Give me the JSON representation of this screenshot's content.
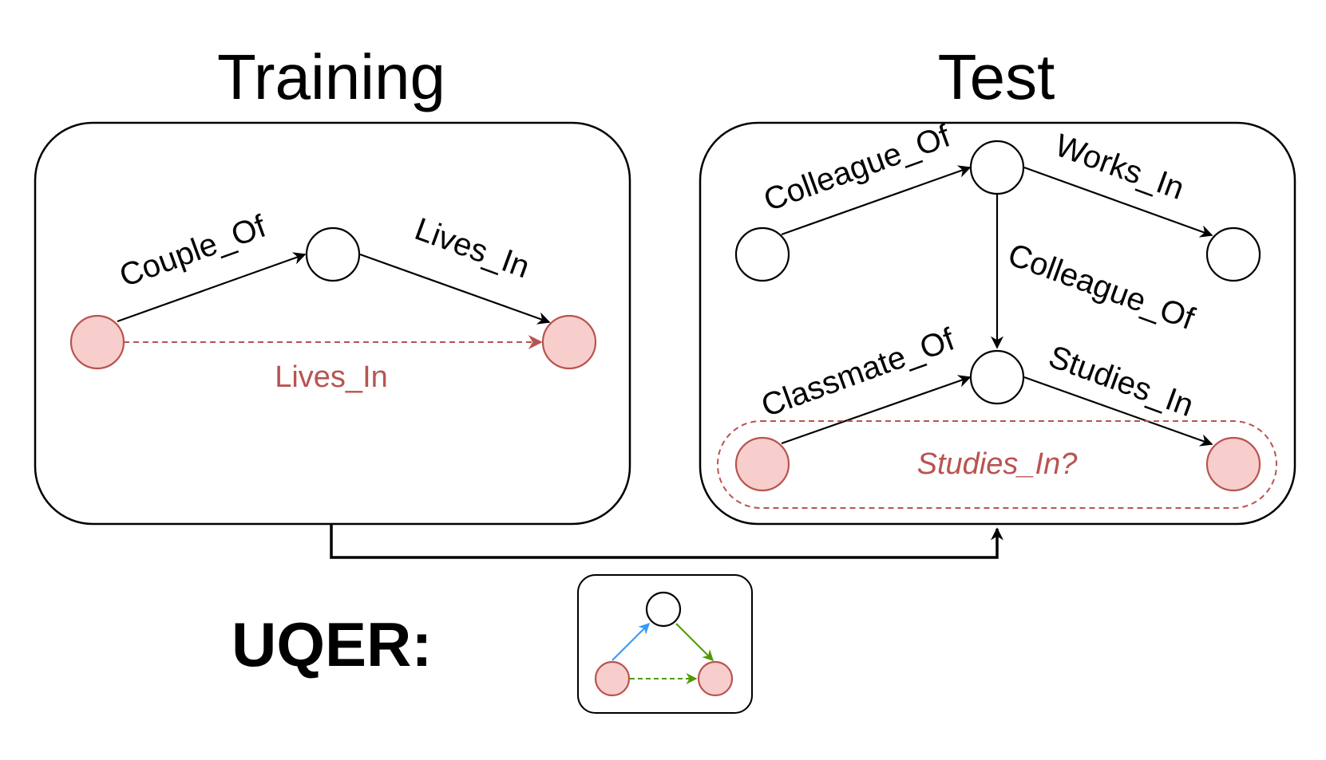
{
  "training": {
    "title": "Training",
    "edges": {
      "couple_of": "Couple_Of",
      "lives_in": "Lives_In"
    },
    "inferred_label": "Lives_In"
  },
  "test": {
    "title": "Test",
    "edges": {
      "colleague_of_top": "Colleague_Of",
      "works_in": "Works_In",
      "colleague_of_vertical": "Colleague_Of",
      "classmate_of": "Classmate_Of",
      "studies_in": "Studies_In"
    },
    "query_label": "Studies_In?"
  },
  "rule": {
    "label": "UQER:"
  },
  "colors": {
    "node_red_fill": "#f8cecc",
    "node_red_stroke": "#b85450",
    "red_text": "#b85450",
    "rule_blue": "#3399ff",
    "rule_green": "#4d9900"
  }
}
